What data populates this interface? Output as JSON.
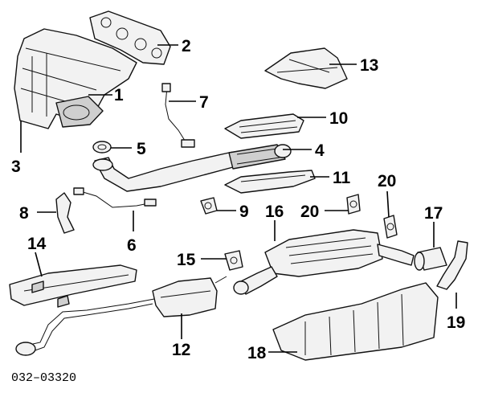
{
  "diagram_code": "032–03320",
  "callouts": [
    "1",
    "2",
    "3",
    "4",
    "5",
    "6",
    "7",
    "8",
    "9",
    "10",
    "11",
    "12",
    "13",
    "14",
    "15",
    "16",
    "17",
    "18",
    "19",
    "20",
    "20"
  ]
}
